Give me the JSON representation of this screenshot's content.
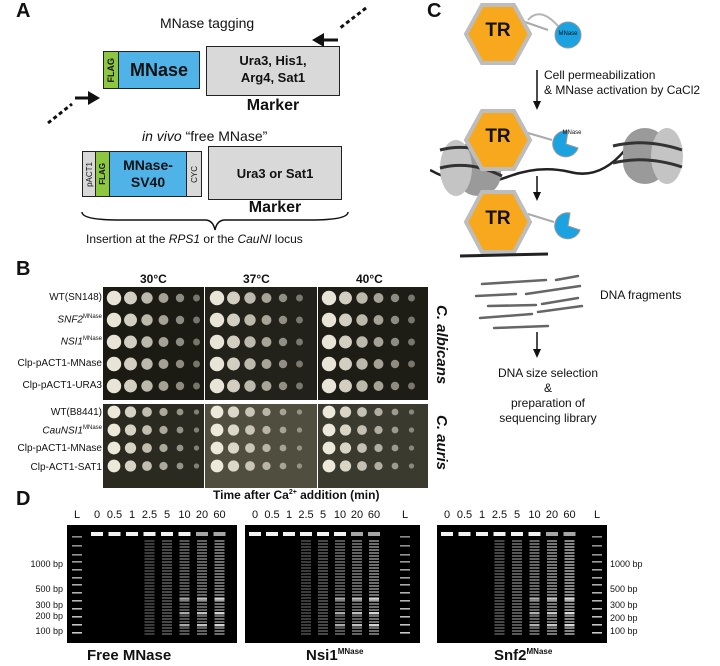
{
  "panels": {
    "a": "A",
    "b": "B",
    "c": "C",
    "d": "D"
  },
  "panelA": {
    "title_tagging": "MNase tagging",
    "flag": "FLAG",
    "mnase": "MNase",
    "markers_top": [
      "Ura3, His1,",
      "Arg4, Sat1"
    ],
    "marker_label": "Marker",
    "title_free_prefix": "in vivo",
    "title_free_suffix": "“free MNase”",
    "pact1": "pACT1",
    "mnase_sv40": [
      "MNase-",
      "SV40"
    ],
    "cyc": "CYC",
    "markers_bottom": "Ura3 or Sat1",
    "insertion_prefix": "Insertion at the ",
    "insertion_locus1": "RPS1",
    "insertion_mid": " or the ",
    "insertion_locus2": "CauNI",
    "insertion_suffix": " locus"
  },
  "panelB": {
    "temps": [
      "30°C",
      "37°C",
      "40°C"
    ],
    "strains_albicans": [
      {
        "name": "WT(SN148)",
        "sup": ""
      },
      {
        "name": "SNF2",
        "sup": "MNase"
      },
      {
        "name": "NSI1",
        "sup": "MNase"
      },
      {
        "name": "Clp-pACT1-MNase",
        "sup": ""
      },
      {
        "name": "Clp-pACT1-URA3",
        "sup": ""
      }
    ],
    "strains_auris": [
      {
        "name": "WT(B8441)",
        "sup": ""
      },
      {
        "name": "CauNSI1",
        "sup": "MNase"
      },
      {
        "name": "Clp-pACT1-MNase",
        "sup": ""
      },
      {
        "name": "Clp-ACT1-SAT1",
        "sup": ""
      }
    ],
    "species": [
      "C. albicans",
      "C. auris"
    ]
  },
  "panelC": {
    "tr": "TR",
    "mnase": "MNase",
    "step1": [
      "Cell permeabilization",
      "& MNase activation by CaCl2"
    ],
    "fragments": "DNA fragments",
    "step2": [
      "DNA size selection",
      "&",
      "preparation of",
      "sequencing library"
    ]
  },
  "panelD": {
    "title_prefix": "Time after Ca",
    "title_sup": "2+",
    "title_suffix": " addition (min)",
    "ladder": "L",
    "times": [
      "0",
      "0.5",
      "1",
      "2.5",
      "5",
      "10",
      "20",
      "60"
    ],
    "bp_labels": [
      "1000 bp",
      "500 bp",
      "300 bp",
      "200 bp",
      "100 bp"
    ],
    "gels": [
      {
        "name": "Free MNase",
        "sup": ""
      },
      {
        "name": "Nsi1",
        "sup": "MNase"
      },
      {
        "name": "Snf2",
        "sup": "MNase"
      }
    ]
  }
}
